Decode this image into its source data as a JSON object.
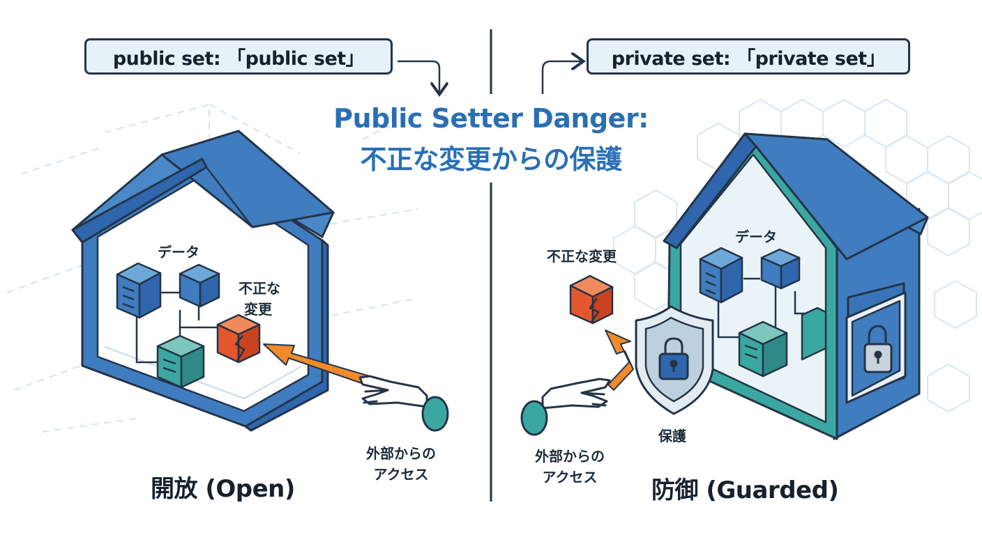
{
  "header": {
    "title_line1": "Public Setter Danger:",
    "title_line2": "不正な変更からの保護",
    "public_code": "public set: 「public set」",
    "private_code": "private set: 「private set」"
  },
  "left_panel": {
    "data_label": "データ",
    "tamper_label_line1": "不正な",
    "tamper_label_line2": "変更",
    "access_label_line1": "外部からの",
    "access_label_line2": "アクセス",
    "caption": "開放 (Open)"
  },
  "right_panel": {
    "data_label": "データ",
    "tamper_label": "不正な変更",
    "protect_label": "保護",
    "access_label_line1": "外部からの",
    "access_label_line2": "アクセス",
    "caption": "防御 (Guarded)"
  },
  "colors": {
    "roof_blue": "#3f7cc0",
    "wall_blue": "#2f66ad",
    "teal": "#3aa7a0",
    "tamper_red": "#e4572e",
    "arrow_orange": "#f08a2a",
    "title_blue": "#2a6fb4",
    "text_dark": "#17212d"
  },
  "icons": [
    "server-cube-icon",
    "broken-cube-icon",
    "hand-icon",
    "shield-lock-icon",
    "padlock-icon",
    "hexagon-pattern"
  ]
}
